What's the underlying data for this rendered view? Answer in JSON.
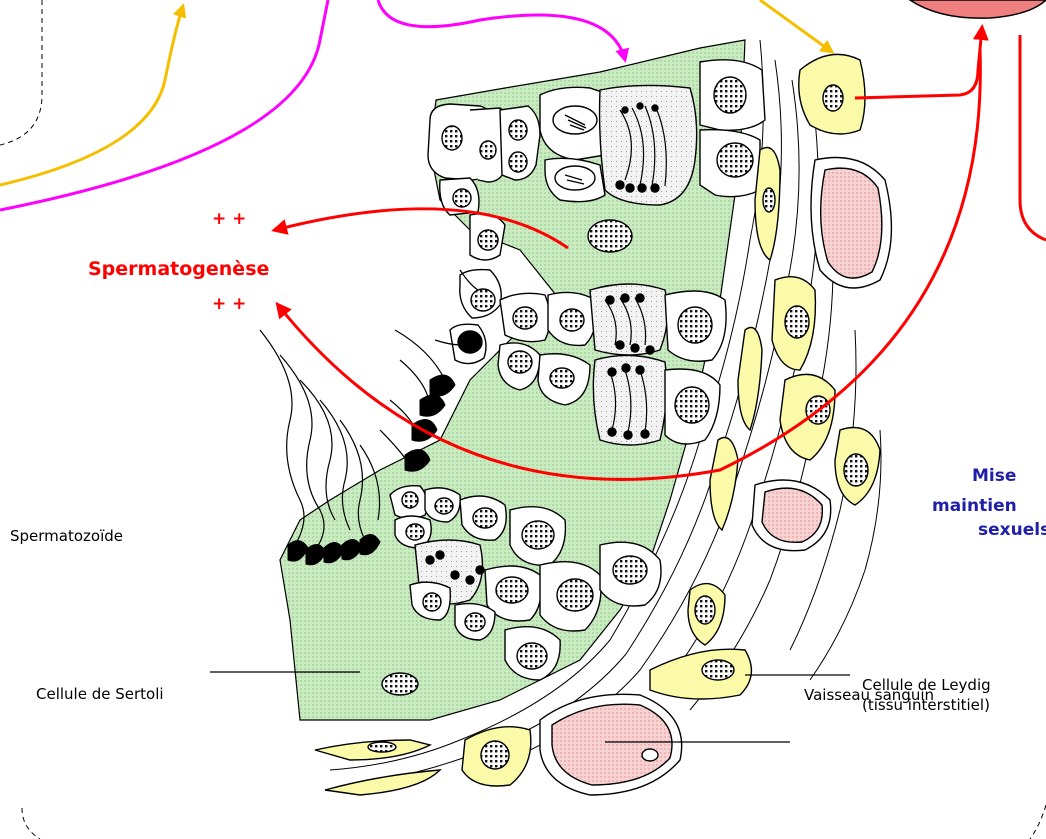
{
  "labels": {
    "spermatogenese": "Spermatogenèse",
    "plus_top": "+ +",
    "plus_bottom": "+ +",
    "spermatozoide": "Spermatozoïde",
    "sertoli": "Cellule de Sertoli",
    "leydig_line1": "Cellule de Leydig",
    "leydig_line2": "(tissu interstitiel)",
    "vaisseau": "Vaisseau sanguin",
    "mise_line1": "Mise",
    "mise_line2": "maintien",
    "mise_line3": "sexuels"
  },
  "colors": {
    "sertoli_green": "#c8ecc0",
    "leydig_yellow": "#fafaa8",
    "vessel_pink": "#f7d2d2",
    "arrow_red": "#ff0000",
    "arrow_magenta": "#ff00ff",
    "arrow_orange": "#f5bf00",
    "text_blue": "#1f1fa8"
  }
}
